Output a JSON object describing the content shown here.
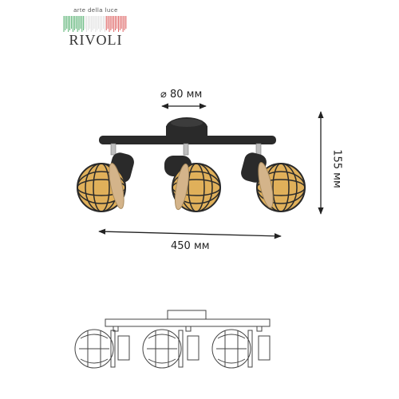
{
  "logo": {
    "tagline": "arte della luce",
    "brand": "RIVOLI",
    "flag_colors": [
      "#2e9e4f",
      "#d8d8d8",
      "#d63a3a"
    ]
  },
  "dimensions": {
    "canopy_diameter": "⌀ 80 мм",
    "width": "450 мм",
    "height": "155 мм"
  },
  "colors": {
    "metal": "#2a2a2a",
    "rattan": "#d4b48a",
    "bulb": "#e0b05a"
  }
}
